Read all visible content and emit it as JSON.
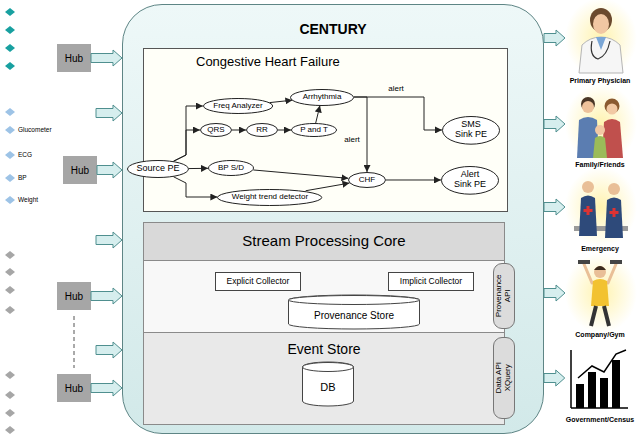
{
  "diagram": {
    "nodes": [
      {
        "text": [
          "Hub"
        ]
      },
      {
        "text": [
          "Hub"
        ]
      },
      {
        "text": [
          "Hub"
        ]
      },
      {
        "text": [
          "Hub"
        ]
      },
      {
        "text": [
          "CENTURY"
        ]
      },
      {
        "text": [
          "Congestive Heart Failure"
        ],
        "in": 4
      },
      {
        "text": [
          "Source PE"
        ],
        "in": 5
      },
      {
        "text": [
          "Freq Analyzer"
        ],
        "in": 5
      },
      {
        "text": [
          "QRS"
        ],
        "in": 5
      },
      {
        "text": [
          "RR"
        ],
        "in": 5
      },
      {
        "text": [
          "P and T"
        ],
        "in": 5
      },
      {
        "text": [
          "Arrhythmia"
        ],
        "in": 5
      },
      {
        "text": [
          "BP S/D"
        ],
        "in": 5
      },
      {
        "text": [
          "Weight trend detector"
        ],
        "in": 5
      },
      {
        "text": [
          "CHF"
        ],
        "in": 5
      },
      {
        "text": [
          "SMS Sink PE"
        ],
        "in": 5
      },
      {
        "text": [
          "Alert Sink PE"
        ],
        "in": 5
      },
      {
        "text": [
          "Stream Processing Core"
        ],
        "in": 4
      },
      {
        "text": [
          "Explicit Collector"
        ],
        "in": 17
      },
      {
        "text": [
          "Implicit Collector"
        ],
        "in": 17
      },
      {
        "text": [
          "Provenance Store"
        ],
        "in": 17
      },
      {
        "text": [
          "Provenance API"
        ],
        "in": 17
      },
      {
        "text": [
          "Event Store"
        ],
        "in": 17
      },
      {
        "text": [
          "DB"
        ],
        "in": 22
      },
      {
        "text": [
          "Data API XQuery"
        ],
        "in": 22
      },
      {
        "text": [
          "Primary Physician"
        ]
      },
      {
        "text": [
          "Family/Friends"
        ]
      },
      {
        "text": [
          "Emergency"
        ]
      },
      {
        "text": [
          "Company/Gym"
        ]
      },
      {
        "text": [
          "Government/Census"
        ]
      }
    ],
    "edges": [
      {
        "from": 0,
        "to": 4,
        "arrow": "to"
      },
      {
        "from": 1,
        "to": 4,
        "arrow": "to"
      },
      {
        "from": 2,
        "to": 4,
        "arrow": "to"
      },
      {
        "from": 3,
        "to": 4,
        "arrow": "to"
      },
      {
        "from": 6,
        "to": 7,
        "arrow": "to"
      },
      {
        "from": 6,
        "to": 8,
        "arrow": "to"
      },
      {
        "from": 8,
        "to": 9,
        "arrow": "to"
      },
      {
        "from": 9,
        "to": 10,
        "arrow": "to"
      },
      {
        "from": 7,
        "to": 11,
        "arrow": "to"
      },
      {
        "from": 10,
        "to": 11,
        "arrow": "to"
      },
      {
        "from": 11,
        "to": 15,
        "label": "alert",
        "arrow": "to"
      },
      {
        "from": 11,
        "to": 14,
        "label": "alert",
        "arrow": "to"
      },
      {
        "from": 6,
        "to": 12,
        "arrow": "to"
      },
      {
        "from": 12,
        "to": 14,
        "arrow": "to"
      },
      {
        "from": 6,
        "to": 13,
        "arrow": "to"
      },
      {
        "from": 13,
        "to": 14,
        "arrow": "to"
      },
      {
        "from": 14,
        "to": 16,
        "arrow": "to"
      },
      {
        "from": 4,
        "to": 25,
        "arrow": "to"
      },
      {
        "from": 4,
        "to": 26,
        "arrow": "to"
      },
      {
        "from": 4,
        "to": 27,
        "arrow": "to"
      },
      {
        "from": 4,
        "to": 28,
        "arrow": "to"
      },
      {
        "from": 4,
        "to": 29,
        "arrow": "to"
      }
    ],
    "labels": [
      "Glucometer",
      "ECG",
      "BP",
      "Weight"
    ]
  }
}
